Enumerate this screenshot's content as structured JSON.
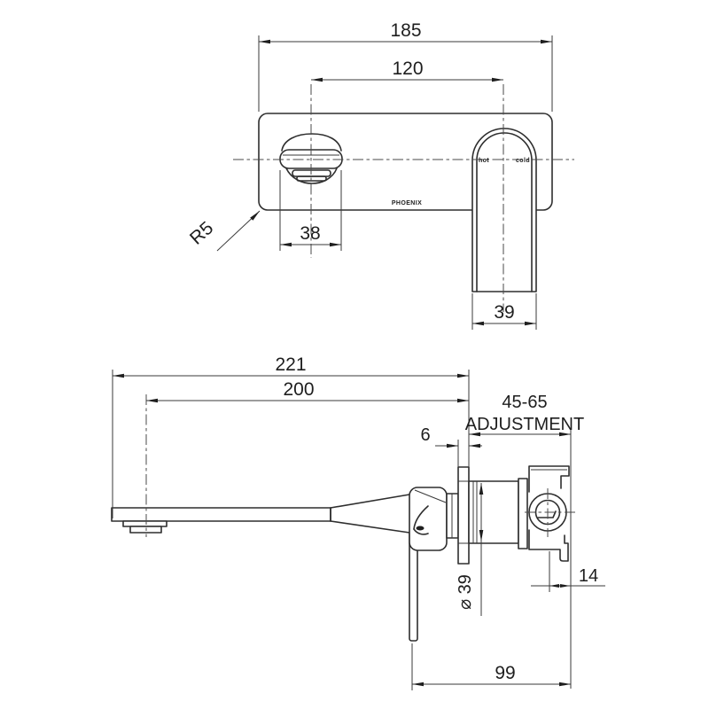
{
  "drawing": {
    "brand_label": "PHOENIX",
    "colors": {
      "line": "#2e2e2e",
      "centerline": "#4a4a4a",
      "text": "#1e1e1e",
      "background": "#ffffff"
    },
    "top_view": {
      "dim_plate_width": "185",
      "dim_centres": "120",
      "dim_handle_width": "38",
      "dim_spout_width": "39",
      "corner_radius": "R5",
      "hot_label": "hot",
      "cold_label": "cold"
    },
    "side_view": {
      "dim_overall_projection": "221",
      "dim_spout_projection": "200",
      "dim_flange_thickness": "6",
      "adjustment_range": "45-65",
      "adjustment_label": "ADJUSTMENT",
      "dim_body_diameter": "⌀ 39",
      "dim_wall_offset": "14",
      "dim_body_length": "99"
    }
  }
}
